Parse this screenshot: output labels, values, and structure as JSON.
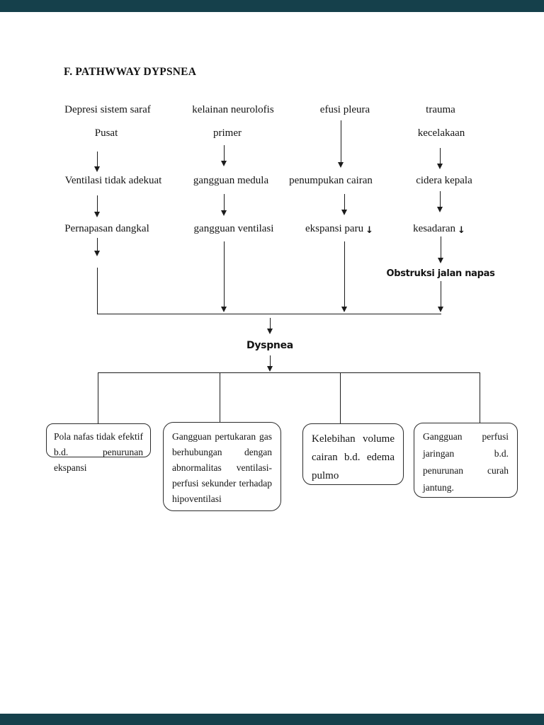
{
  "chrome": {
    "top_bar_color": "#15404b",
    "bottom_bar_color": "#15404b"
  },
  "title": "F. PATHWWAY DYPSNEA",
  "diagram": {
    "row1": [
      "Depresi sistem saraf",
      "kelainan neurolofis",
      "efusi pleura",
      "trauma"
    ],
    "row2": [
      "Pusat",
      "primer",
      "kecelakaan"
    ],
    "row3": [
      "Ventilasi tidak adekuat",
      "gangguan medula",
      "penumpukan cairan",
      "cidera kepala"
    ],
    "row4": [
      "Pernapasan dangkal",
      "gangguan ventilasi",
      "ekspansi paru",
      "kesadaran"
    ],
    "down_arrow_glyph": "↓",
    "obstruction_label": "Obstruksi jalan napas",
    "center_node": "Dyspnea"
  },
  "outcome_boxes": [
    {
      "lines": [
        "Pola nafas tidak efektif",
        "b.d. penurunan ekspansi"
      ]
    },
    {
      "lines": [
        "Gangguan pertukaran gas",
        "berhubungan dengan",
        "abnormalitas ventilasi-",
        "perfusi sekunder terhadap",
        "hipoventilasi"
      ]
    },
    {
      "lines": [
        "Kelebihan volume",
        "cairan b.d. edema",
        "pulmo"
      ]
    },
    {
      "lines": [
        "Gangguan perfusi",
        "jaringan b.d.",
        "penurunan curah",
        "jantung."
      ]
    }
  ]
}
